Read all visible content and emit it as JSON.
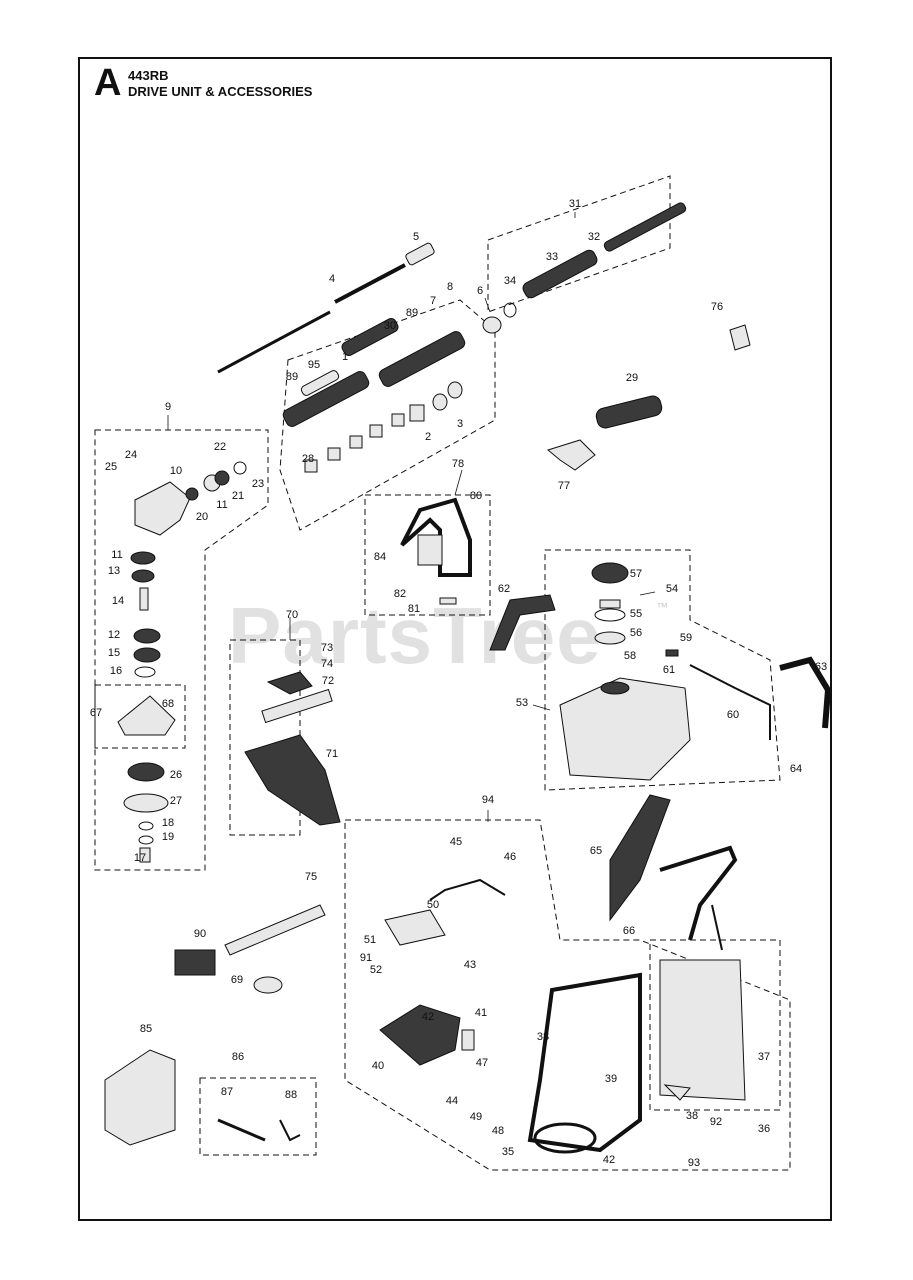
{
  "header": {
    "section_letter": "A",
    "model": "443RB",
    "title": "DRIVE UNIT & ACCESSORIES"
  },
  "watermark": {
    "text": "PartsTree",
    "tm": "™"
  },
  "callouts": [
    "1",
    "2",
    "3",
    "4",
    "5",
    "6",
    "7",
    "8",
    "9",
    "10",
    "11",
    "11",
    "12",
    "13",
    "14",
    "15",
    "16",
    "17",
    "18",
    "19",
    "20",
    "21",
    "22",
    "23",
    "24",
    "25",
    "26",
    "27",
    "28",
    "29",
    "30",
    "31",
    "32",
    "33",
    "34",
    "35",
    "36",
    "37",
    "38",
    "38",
    "39",
    "40",
    "41",
    "42",
    "42",
    "43",
    "44",
    "45",
    "46",
    "47",
    "48",
    "49",
    "50",
    "51",
    "52",
    "53",
    "54",
    "55",
    "56",
    "57",
    "58",
    "59",
    "60",
    "61",
    "62",
    "63",
    "64",
    "65",
    "66",
    "67",
    "68",
    "69",
    "70",
    "71",
    "72",
    "73",
    "74",
    "75",
    "76",
    "77",
    "78",
    "80",
    "81",
    "82",
    "84",
    "85",
    "86",
    "87",
    "88",
    "89",
    "89",
    "90",
    "91",
    "92",
    "93",
    "94",
    "95"
  ],
  "colors": {
    "line": "#111111",
    "fill_dark": "#3a3a3a",
    "fill_light": "#e8e8e8",
    "watermark": "#c9c9c9"
  }
}
